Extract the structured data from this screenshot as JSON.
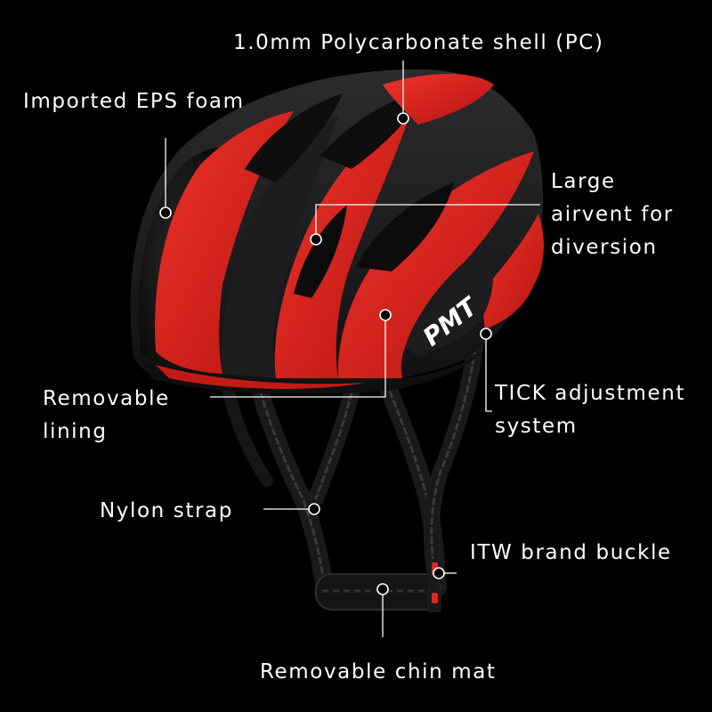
{
  "product": {
    "brand_mark": "PMT"
  },
  "callouts": {
    "shell": "1.0mm Polycarbonate shell (PC)",
    "foam": "Imported EPS foam",
    "airvent_line1": "Large",
    "airvent_line2": "airvent for",
    "airvent_line3": "diversion",
    "lining_line1": "Removable",
    "lining_line2": "lining",
    "tick_line1": "TICK adjustment",
    "tick_line2": "system",
    "strap": "Nylon strap",
    "buckle": "ITW brand buckle",
    "chin_mat": "Removable chin mat"
  },
  "colors": {
    "background": "#000000",
    "shell_red": "#e3231f",
    "shell_black": "#1b1b1d",
    "label_text": "#ffffff",
    "leader_line": "#ffffff"
  }
}
